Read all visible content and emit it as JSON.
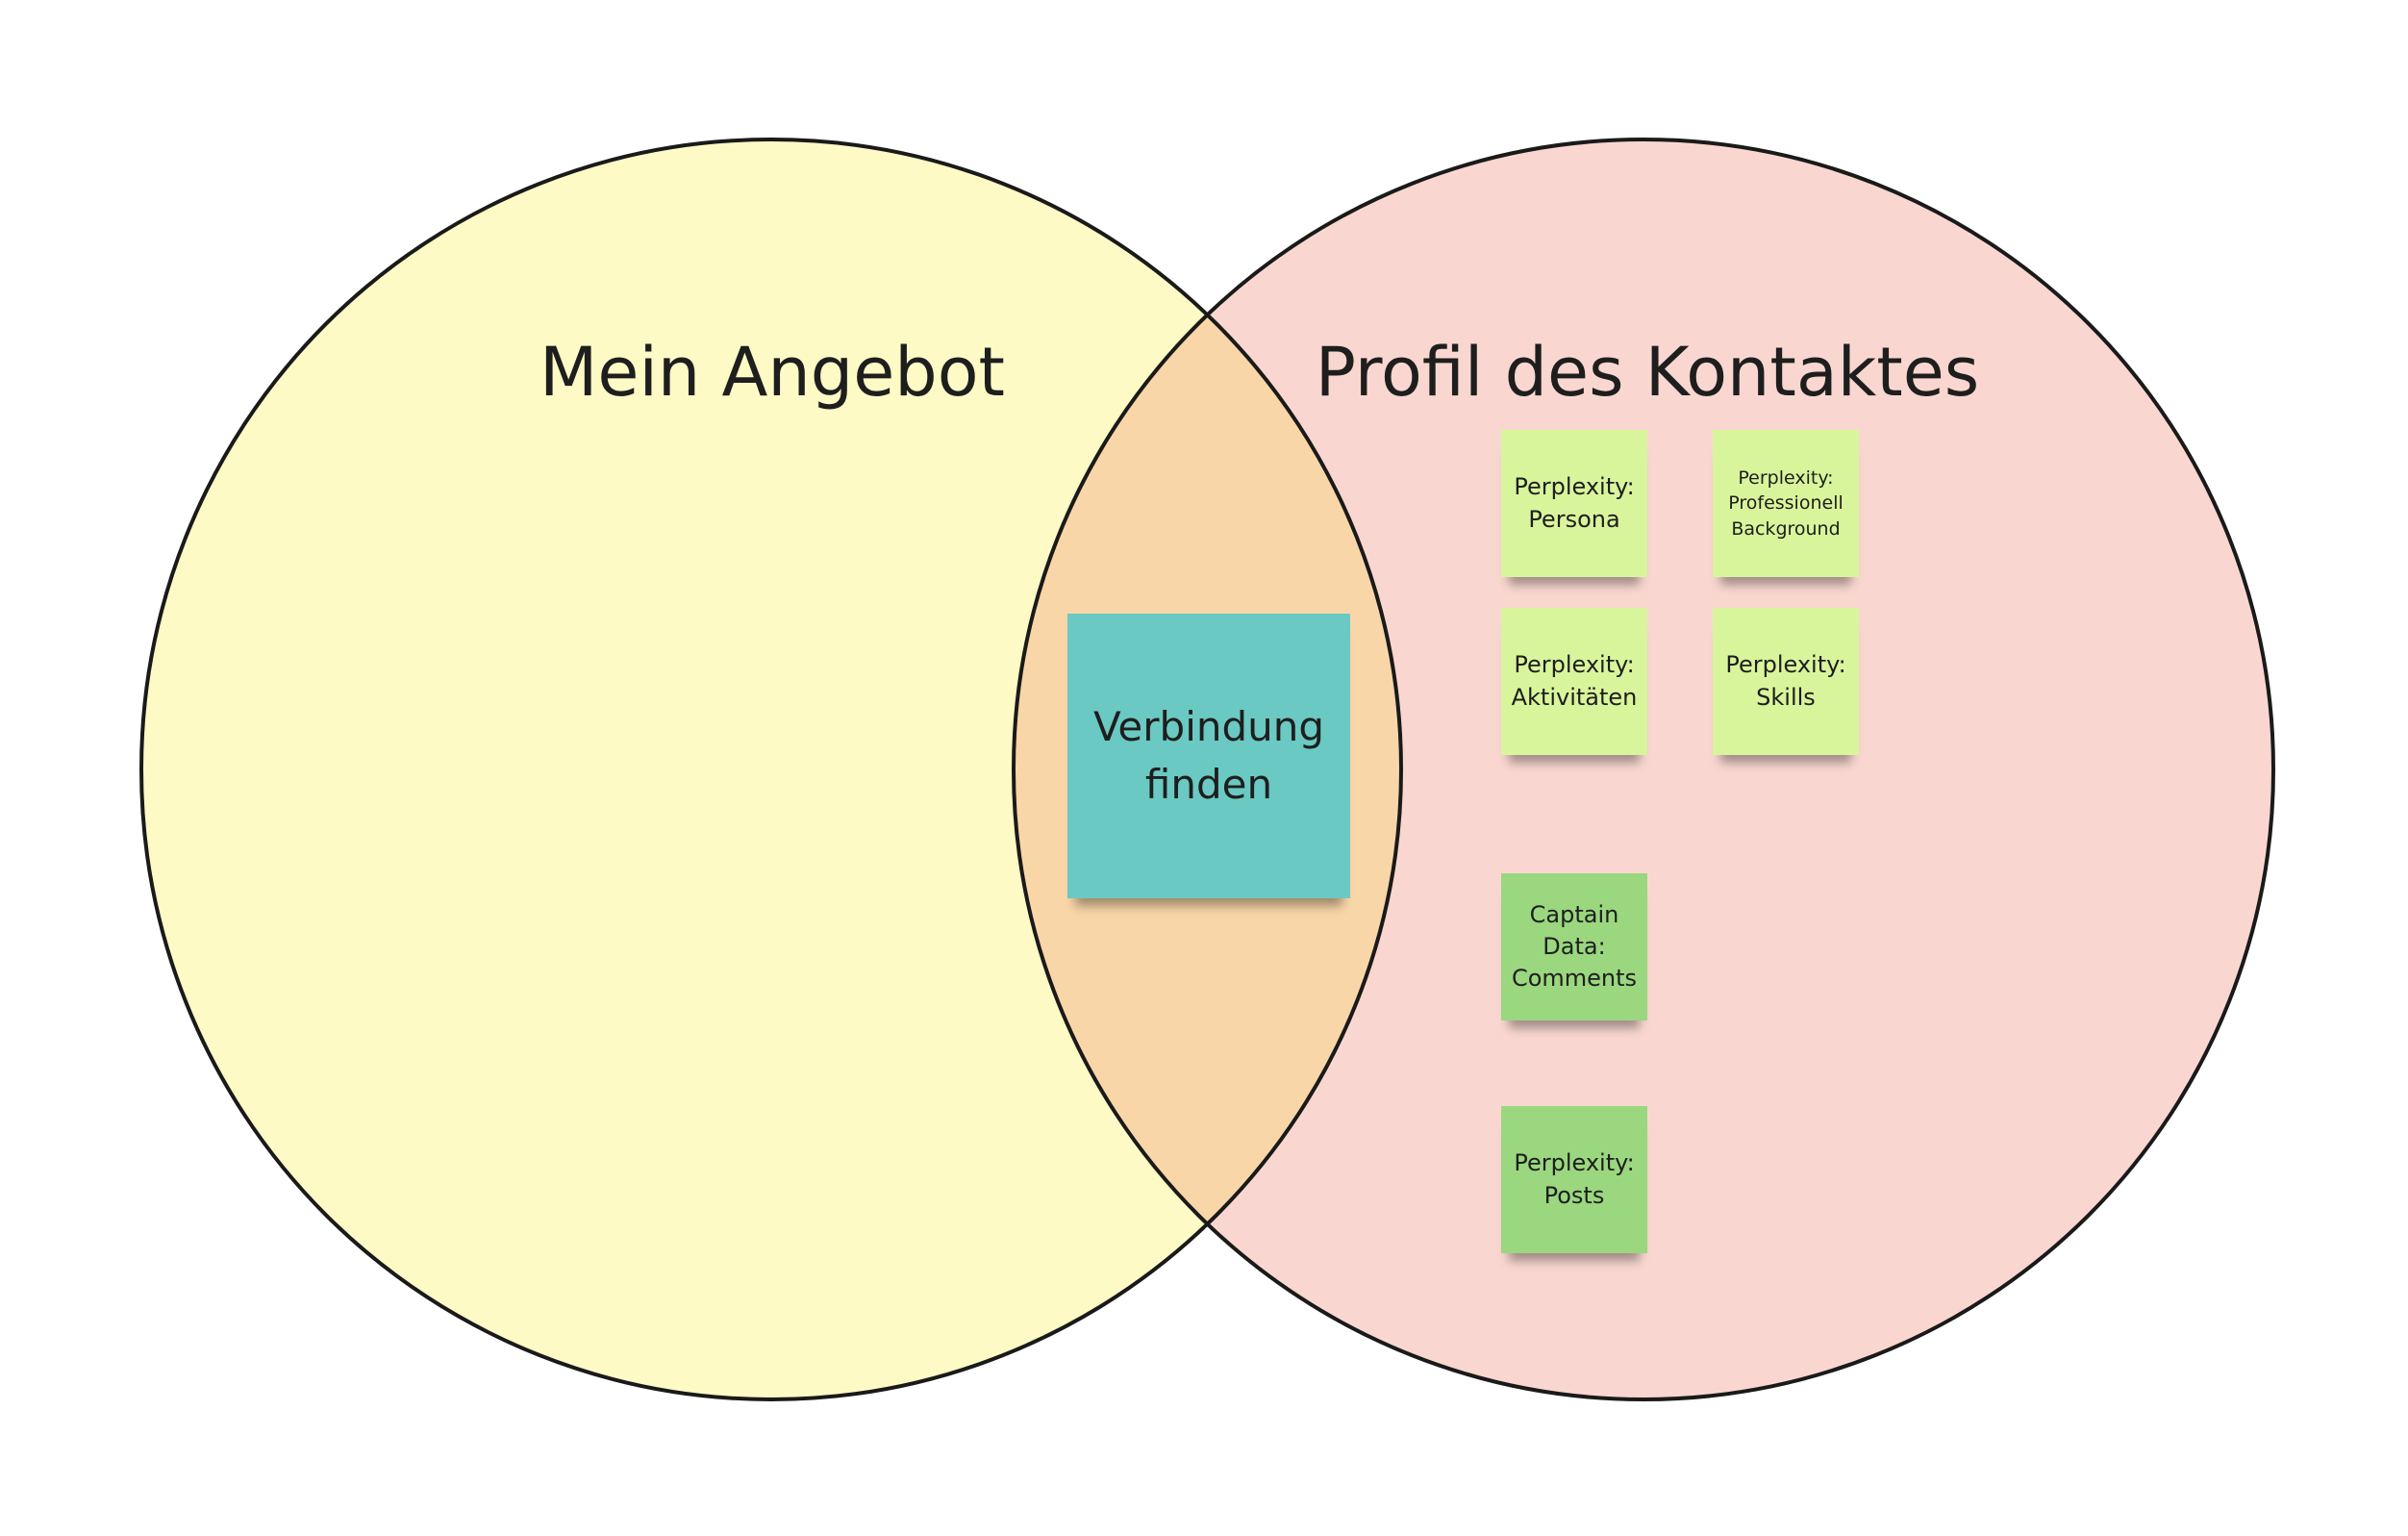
{
  "circles": [
    {
      "title": "Mein Angebot",
      "fill": "#fdfac5"
    },
    {
      "title": "Profil des Kontaktes",
      "fill": "#f9d7d0"
    }
  ],
  "overlap_fill": "#f9d6a8",
  "stroke": "#1a1a1a",
  "notes": {
    "center": {
      "text": "Verbindung\nfinden",
      "color": "#6ac9c2"
    },
    "persona": {
      "text": "Perplexity:\nPersona",
      "color": "#d9f59b"
    },
    "background": {
      "text": "Perplexity:\nProfessionell\nBackground",
      "color": "#d9f59b"
    },
    "aktivitaeten": {
      "text": "Perplexity:\nAktivitäten",
      "color": "#d9f59b"
    },
    "skills": {
      "text": "Perplexity:\nSkills",
      "color": "#d9f59b"
    },
    "comments": {
      "text": "Captain\nData:\nComments",
      "color": "#9ad77e"
    },
    "posts": {
      "text": "Perplexity:\nPosts",
      "color": "#9ad77e"
    }
  }
}
